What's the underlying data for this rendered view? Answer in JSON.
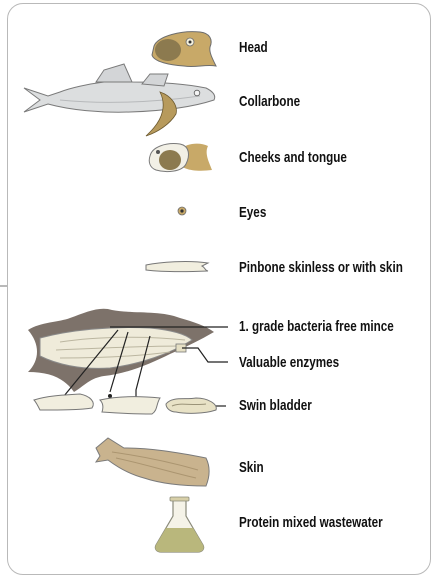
{
  "labels": {
    "head": "Head",
    "collarbone": "Collarbone",
    "cheeks_tongue": "Cheeks and tongue",
    "eyes": "Eyes",
    "pinbone": "Pinbone skinless or with skin",
    "mince": "1. grade bacteria free mince",
    "enzymes": "Valuable enzymes",
    "swim_bladder": "Swin bladder",
    "skin": "Skin",
    "wastewater": "Protein mixed wastewater"
  },
  "colors": {
    "flesh": "#e6e2cf",
    "bone": "#b79a5c",
    "outline": "#555555",
    "skin_dark": "#7a7068",
    "fish_body": "#d9dbdc",
    "liquid": "#b9b77c",
    "frame": "#b9b9b9"
  },
  "icons": [
    "head-icon",
    "whole-fish-icon",
    "cheek-icon",
    "eye-icon",
    "pinbone-icon",
    "fillet-icon",
    "swim-bladder-icon",
    "skin-icon",
    "flask-icon"
  ]
}
